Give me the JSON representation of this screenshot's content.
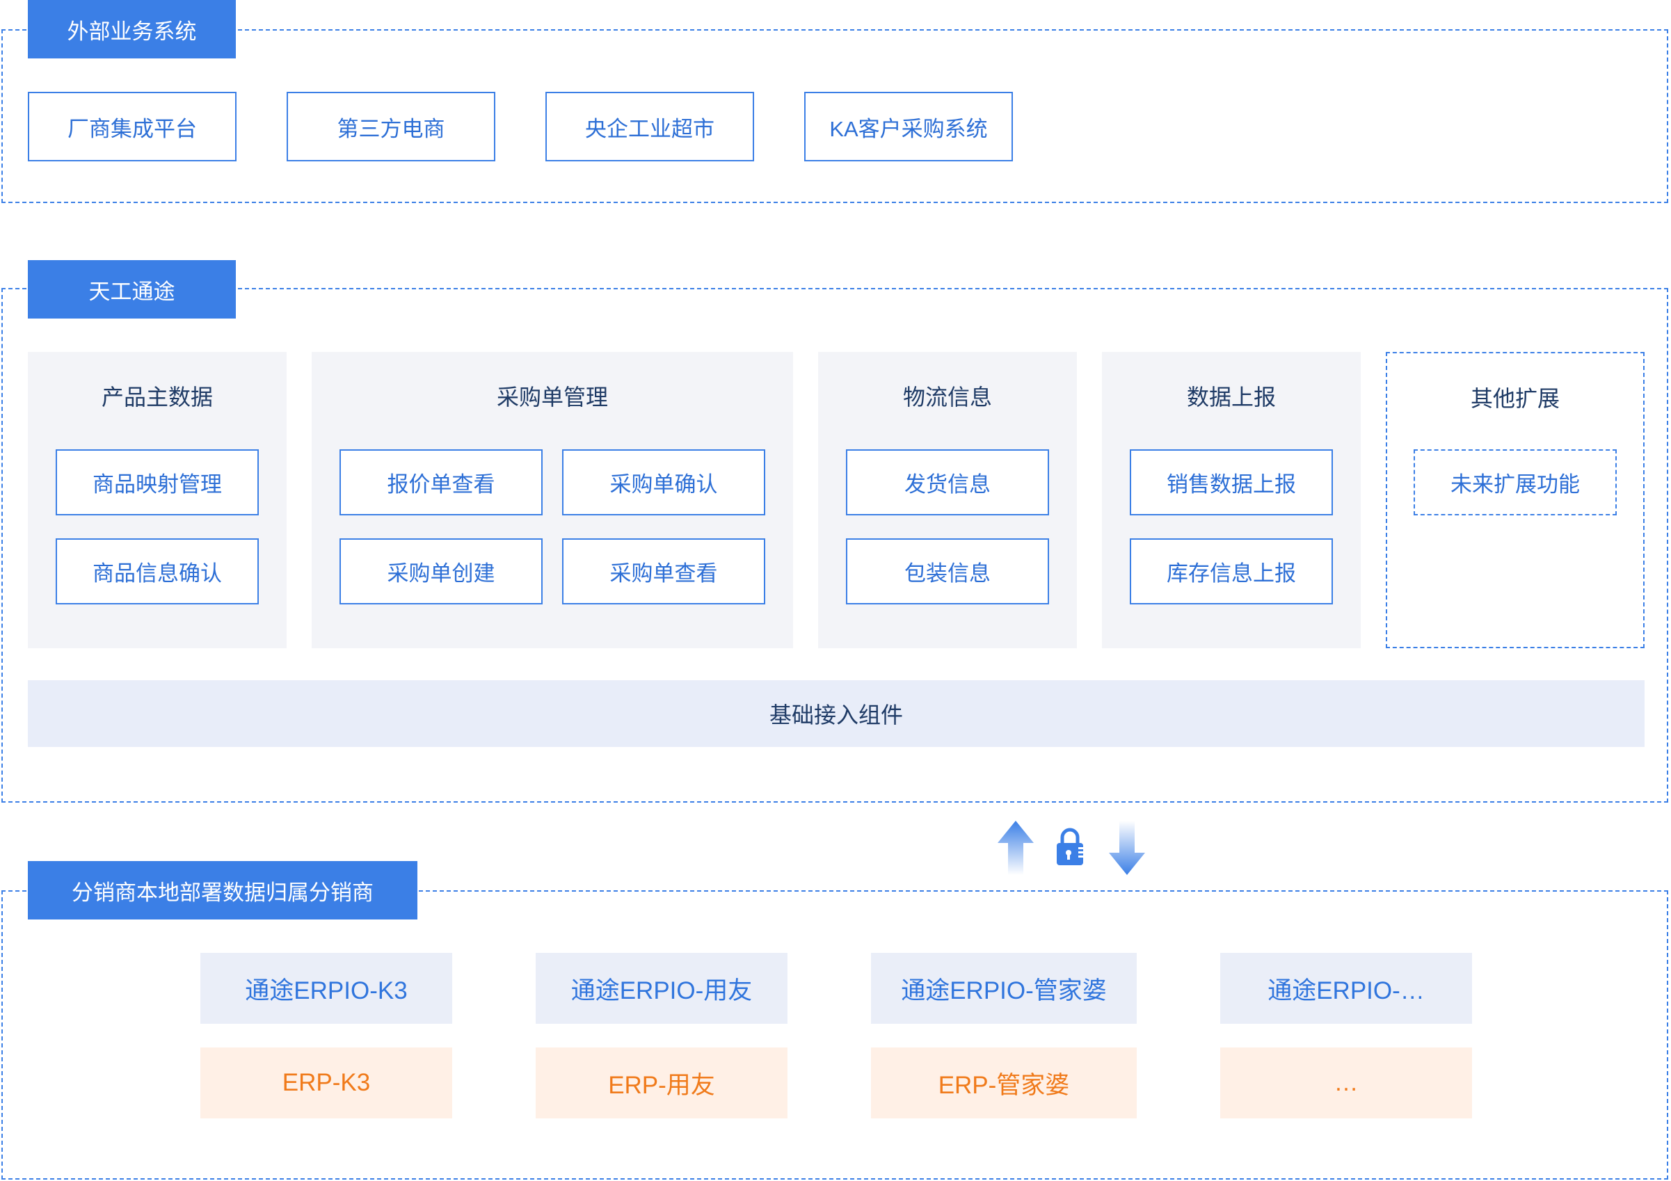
{
  "external": {
    "tag": "外部业务系统",
    "systems": [
      "厂商集成平台",
      "第三方电商",
      "央企工业超市",
      "KA客户采购系统"
    ]
  },
  "platform": {
    "tag": "天工通途",
    "modules": [
      {
        "title": "产品主数据",
        "items": [
          "商品映射管理",
          "商品信息确认"
        ]
      },
      {
        "title": "采购单管理",
        "items": [
          "报价单查看",
          "采购单确认",
          "采购单创建",
          "采购单查看"
        ]
      },
      {
        "title": "物流信息",
        "items": [
          "发货信息",
          "包装信息"
        ]
      },
      {
        "title": "数据上报",
        "items": [
          "销售数据上报",
          "库存信息上报"
        ]
      },
      {
        "title": "其他扩展",
        "items": [
          "未来扩展功能"
        ]
      }
    ],
    "base": "基础接入组件"
  },
  "connector_icons": [
    "arrow-up-icon",
    "lock-icon",
    "arrow-down-icon"
  ],
  "local": {
    "tag": "分销商本地部署数据归属分销商",
    "connectors": [
      "通途ERPIO-K3",
      "通途ERPIO-用友",
      "通途ERPIO-管家婆",
      "通途ERPIO-…"
    ],
    "erps": [
      "ERP-K3",
      "ERP-用友",
      "ERP-管家婆",
      "…"
    ]
  },
  "colors": {
    "accent": "#3b7fe6",
    "panel_bg": "#f3f4f8",
    "base_bg": "#e8edf9",
    "connector_bg": "#eaeef8",
    "erp_bg": "#fff0e6",
    "erp_text": "#f07a1a"
  }
}
